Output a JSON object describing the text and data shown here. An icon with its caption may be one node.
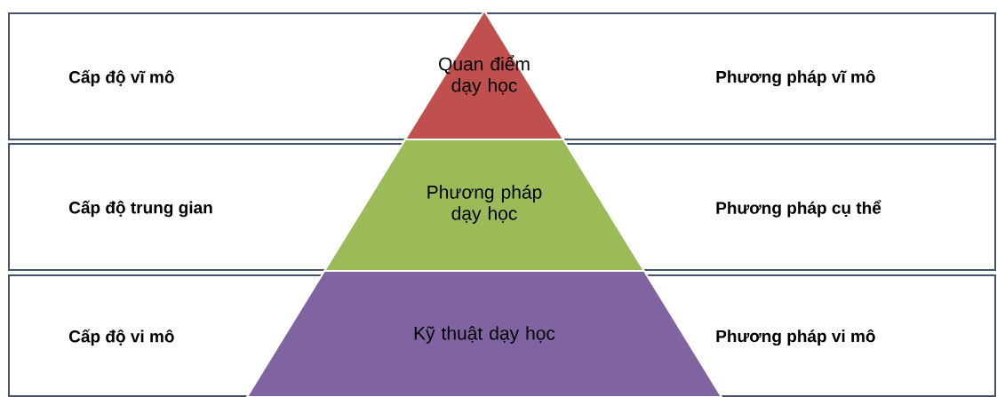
{
  "diagram": {
    "nodes": [
      {
        "text": [
          "Cấp độ vĩ mô",
          "Phương pháp vĩ mô"
        ]
      },
      {
        "text": [
          "Cấp độ trung gian",
          "Phương pháp cụ thể"
        ]
      },
      {
        "text": [
          "Cấp độ vi mô",
          "Phương pháp vi mô"
        ]
      },
      {
        "text": [
          "Quan điểm dạy học"
        ],
        "in": 0
      },
      {
        "text": [
          "Phương pháp dạy học"
        ],
        "in": 1
      },
      {
        "text": [
          "Kỹ thuật dạy học"
        ],
        "in": 2
      }
    ]
  }
}
